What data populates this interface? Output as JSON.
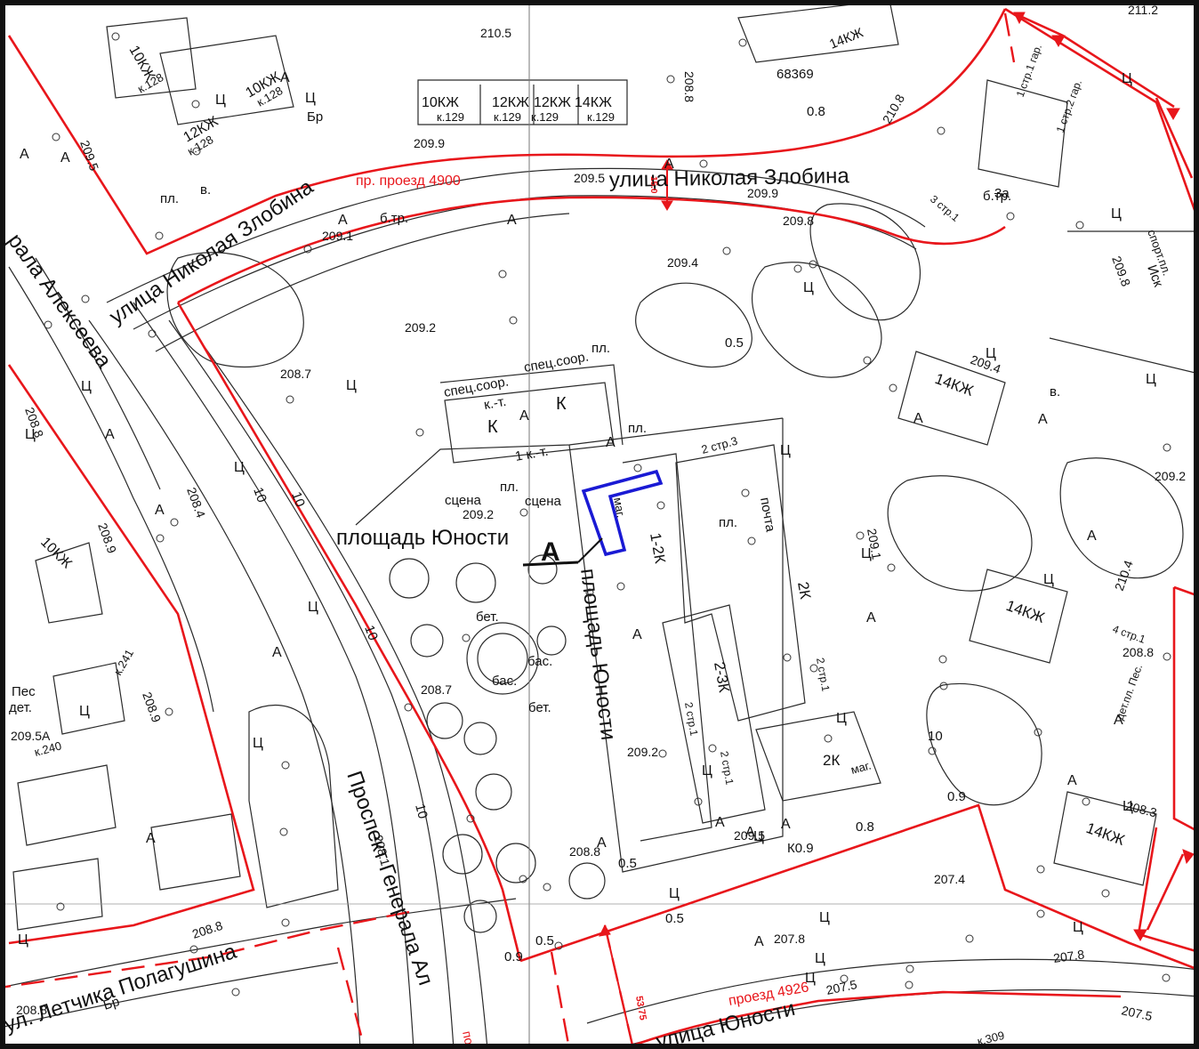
{
  "map": {
    "streets": {
      "zlobina_upper": "улица Николая Злобина",
      "zlobina_lower": "улица Николая Злобина",
      "alekseeva": "рала Алексеева",
      "polagushina": "ул. Летчика Полагушина",
      "prospekt": "Проспект Генерала Ал",
      "yunosti_street": "улица Юности"
    },
    "squares": {
      "horizontal": "площадь Юности",
      "vertical": "площадь Юности"
    },
    "passages": {
      "p4900": "пр. проезд 4900",
      "p4926": "проезд 4926",
      "p53": "53.75",
      "p15": "15.0",
      "edge_red": "по"
    },
    "marker": "А",
    "elevations": [
      {
        "id": "e1",
        "text": "210.5"
      },
      {
        "id": "e2",
        "text": "209.9"
      },
      {
        "id": "e3",
        "text": "209.5"
      },
      {
        "id": "e4",
        "text": "209.9"
      },
      {
        "id": "e5",
        "text": "209.8"
      },
      {
        "id": "e6",
        "text": "209.4"
      },
      {
        "id": "e7",
        "text": "209.1"
      },
      {
        "id": "e8",
        "text": "209.2"
      },
      {
        "id": "e9",
        "text": "208.7"
      },
      {
        "id": "e10",
        "text": "209.2"
      },
      {
        "id": "e11",
        "text": "208.7"
      },
      {
        "id": "e12",
        "text": "209.2"
      },
      {
        "id": "e13",
        "text": "208.8"
      },
      {
        "id": "e14",
        "text": "209.5"
      },
      {
        "id": "e15",
        "text": "207.4"
      },
      {
        "id": "e16",
        "text": "207.8"
      },
      {
        "id": "e17",
        "text": "207.8"
      },
      {
        "id": "e18",
        "text": "207.5"
      },
      {
        "id": "e19",
        "text": "207.5"
      },
      {
        "id": "e20",
        "text": "208.3"
      },
      {
        "id": "e21",
        "text": "208.8"
      },
      {
        "id": "e22",
        "text": "209.2"
      },
      {
        "id": "e23",
        "text": "209.4"
      },
      {
        "id": "e24",
        "text": "209.8"
      },
      {
        "id": "e25",
        "text": "211.2"
      },
      {
        "id": "e26",
        "text": "209.5"
      },
      {
        "id": "e27",
        "text": "209.5A"
      },
      {
        "id": "e28",
        "text": "208.8"
      },
      {
        "id": "e29",
        "text": "208.9"
      },
      {
        "id": "e30",
        "text": "208.4"
      },
      {
        "id": "e31",
        "text": "208.9"
      },
      {
        "id": "e32",
        "text": "208.1"
      },
      {
        "id": "e33",
        "text": "208.8"
      },
      {
        "id": "e34",
        "text": "208.8"
      },
      {
        "id": "e35",
        "text": "210.8"
      },
      {
        "id": "e36",
        "text": "210.4"
      },
      {
        "id": "e37",
        "text": "209.1"
      },
      {
        "id": "e38",
        "text": "208.8"
      },
      {
        "id": "e39",
        "text": "209"
      }
    ],
    "labels": [
      {
        "id": "l1",
        "text": "14КЖ"
      },
      {
        "id": "l2",
        "text": "68369"
      },
      {
        "id": "l3",
        "text": "0.8"
      },
      {
        "id": "l4",
        "text": "10КЖ"
      },
      {
        "id": "l5",
        "text": "к.129"
      },
      {
        "id": "l6",
        "text": "12КЖ"
      },
      {
        "id": "l7",
        "text": "к.129"
      },
      {
        "id": "l8",
        "text": "12КЖ"
      },
      {
        "id": "l9",
        "text": "к.129"
      },
      {
        "id": "l10",
        "text": "14КЖ"
      },
      {
        "id": "l11",
        "text": "к.129"
      },
      {
        "id": "l12",
        "text": "10КЖ"
      },
      {
        "id": "l13",
        "text": "к.128"
      },
      {
        "id": "l14",
        "text": "12КЖ"
      },
      {
        "id": "l15",
        "text": "к.128"
      },
      {
        "id": "l16",
        "text": "10КЖ"
      },
      {
        "id": "l17",
        "text": "к.128"
      },
      {
        "id": "l18",
        "text": "спец.соор."
      },
      {
        "id": "l19",
        "text": "спец.соор."
      },
      {
        "id": "l20",
        "text": "пл."
      },
      {
        "id": "l21",
        "text": "к.-т."
      },
      {
        "id": "l22",
        "text": "К"
      },
      {
        "id": "l23",
        "text": "К"
      },
      {
        "id": "l24",
        "text": "пл."
      },
      {
        "id": "l25",
        "text": "1 к.-т."
      },
      {
        "id": "l26",
        "text": "пл."
      },
      {
        "id": "l27",
        "text": "сцена"
      },
      {
        "id": "l28",
        "text": "сцена"
      },
      {
        "id": "l29",
        "text": "маг."
      },
      {
        "id": "l30",
        "text": "1-2К"
      },
      {
        "id": "l31",
        "text": "почта"
      },
      {
        "id": "l32",
        "text": "пл."
      },
      {
        "id": "l33",
        "text": "2К"
      },
      {
        "id": "l34",
        "text": "2-3К"
      },
      {
        "id": "l35",
        "text": "2 стр.1"
      },
      {
        "id": "l36",
        "text": "2 стр.1"
      },
      {
        "id": "l37",
        "text": "2 стр.1"
      },
      {
        "id": "l38",
        "text": "2К"
      },
      {
        "id": "l39",
        "text": "маг."
      },
      {
        "id": "l40",
        "text": "2 стр.3"
      },
      {
        "id": "l41",
        "text": "14КЖ"
      },
      {
        "id": "l42",
        "text": "14КЖ"
      },
      {
        "id": "l43",
        "text": "14КЖ"
      },
      {
        "id": "l44",
        "text": "спорт.пл."
      },
      {
        "id": "l45",
        "text": "Иск"
      },
      {
        "id": "l46",
        "text": "1 стр.1 гар."
      },
      {
        "id": "l47",
        "text": "1 стр.2 гар."
      },
      {
        "id": "l48",
        "text": "3 стр.1"
      },
      {
        "id": "l49",
        "text": "б.тр."
      },
      {
        "id": "l50",
        "text": "дет.пл. Пес."
      },
      {
        "id": "l51",
        "text": "4 стр.1"
      },
      {
        "id": "l52",
        "text": "бет."
      },
      {
        "id": "l53",
        "text": "бас."
      },
      {
        "id": "l54",
        "text": "бас."
      },
      {
        "id": "l55",
        "text": "бет."
      },
      {
        "id": "l56",
        "text": "10КЖ"
      },
      {
        "id": "l57",
        "text": "к.241"
      },
      {
        "id": "l58",
        "text": "к.240"
      },
      {
        "id": "l59",
        "text": "к.309"
      },
      {
        "id": "l60",
        "text": "Пес"
      },
      {
        "id": "l61",
        "text": "дет."
      },
      {
        "id": "l62",
        "text": "0.5"
      },
      {
        "id": "l63",
        "text": "0.9"
      },
      {
        "id": "l64",
        "text": "0.8"
      },
      {
        "id": "l65",
        "text": "К0.9"
      },
      {
        "id": "l66",
        "text": "0.5"
      },
      {
        "id": "l67",
        "text": "0.5"
      },
      {
        "id": "l68",
        "text": "0.5"
      },
      {
        "id": "l69",
        "text": "0.9"
      },
      {
        "id": "l70",
        "text": "10"
      },
      {
        "id": "l71",
        "text": "10"
      },
      {
        "id": "l72",
        "text": "10"
      },
      {
        "id": "l73",
        "text": "10"
      },
      {
        "id": "l74",
        "text": "10"
      },
      {
        "id": "l75",
        "text": "Бр"
      },
      {
        "id": "l76",
        "text": "Бр"
      },
      {
        "id": "l77",
        "text": "пл."
      },
      {
        "id": "l78",
        "text": "в."
      },
      {
        "id": "l79",
        "text": "б.тр."
      },
      {
        "id": "l80",
        "text": "3а"
      },
      {
        "id": "l81",
        "text": "в."
      }
    ],
    "colors": {
      "red": "#e8161b",
      "blue": "#1a1ad4",
      "ink": "#1a1a1a",
      "thin": "#333333"
    }
  }
}
